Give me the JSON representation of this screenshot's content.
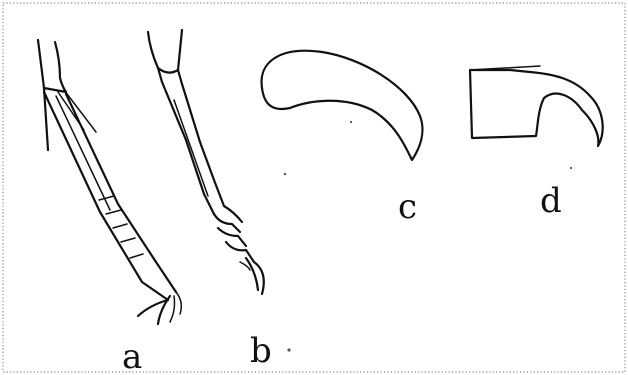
{
  "figure": {
    "panels": [
      {
        "id": "a",
        "label": "a"
      },
      {
        "id": "b",
        "label": "b"
      },
      {
        "id": "c",
        "label": "c"
      },
      {
        "id": "d",
        "label": "d"
      }
    ]
  },
  "colors": {
    "ink": "#111111",
    "frame": "#9a9a9a",
    "background": "#ffffff"
  }
}
